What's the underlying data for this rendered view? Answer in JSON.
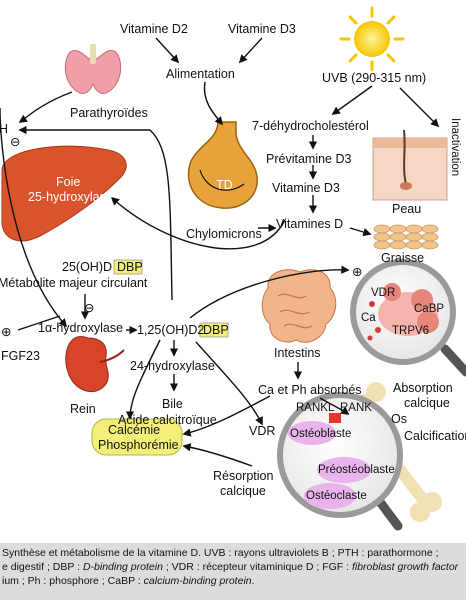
{
  "labels": {
    "vitd2": "Vitamine D2",
    "vitd3_top": "Vitamine D3",
    "alimentation": "Alimentation",
    "uvb": "UVB (290-315 nm)",
    "parathyroides": "Parathyroïdes",
    "pth": "PTH",
    "inactivation": "Inactivation",
    "dehydro": "7-déhydrocholestérol",
    "previtamine": "Prévitamine D3",
    "vitd3_mid": "Vitamine D3",
    "peau": "Peau",
    "foie": "Foie",
    "hydroxylase25": "25-hydroxylase",
    "td": "TD",
    "chylomicrons": "Chylomicrons",
    "vitamines_d": "Vitamines D",
    "graisse": "Graisse",
    "ohd25": "25(OH)D",
    "dbp1": "DBP",
    "metabolite": "Métabolite majeur circulant",
    "alpha_hydrox": "1α-hydroxylase",
    "dihydroxy": "1,25(OH)D2",
    "dbp2": "DBP",
    "fgf23": "FGF23",
    "hydroxylase24": "24-hydroxylase",
    "rein": "Rein",
    "bile": "Bile",
    "acide": "Acide calcitroïque",
    "intestins": "Intestins",
    "ca_ph": "Ca et Ph absorbés",
    "vdr_int": "VDR",
    "cabp": "CaBP",
    "ca": "Ca",
    "trpv6": "TRPV6",
    "absorption": "Absorption",
    "calcique1": "calcique",
    "os": "Os",
    "calcification": "Calcification",
    "calcemie": "Calcémie",
    "phosphoremie": "Phosphorémie",
    "vdr_bone": "VDR",
    "rankl": "RANKL",
    "rank": "RANK",
    "osteoblaste": "Ostéoblaste",
    "preosteoblaste": "Préostéoblaste",
    "osteoclaste": "Ostéoclaste",
    "resorption": "Résorption",
    "calcique2": "calcique",
    "plus1": "⊕",
    "plus2": "⊕",
    "minus1": "⊖",
    "minus2": "⊖"
  },
  "caption": {
    "line1": "Synthèse et métabolisme de la vitamine D. UVB : rayons ultraviolets B ; PTH : parathormone ;",
    "line2_a": "e digestif ; DBP : ",
    "line2_b": "D-binding protein",
    "line2_c": " ; VDR : récepteur vitaminique D ; FGF : ",
    "line2_d": "fibroblast growth factor",
    "line3_a": "ium ; Ph : phosphore ; CaBP : ",
    "line3_b": "calcium-binding protein",
    "line3_c": "."
  },
  "colors": {
    "liver": "#d9542b",
    "kidney": "#d8432b",
    "stomach": "#e8a23a",
    "intestine": "#f2b48a",
    "sun": "#f6c400",
    "dbp_box": "#f1ef7a",
    "calcemie_box": "#f1ef7a",
    "thyroid": "#f2a0a8",
    "fat": "#f2c48c",
    "magnifier_ring": "#9a9a9a"
  }
}
